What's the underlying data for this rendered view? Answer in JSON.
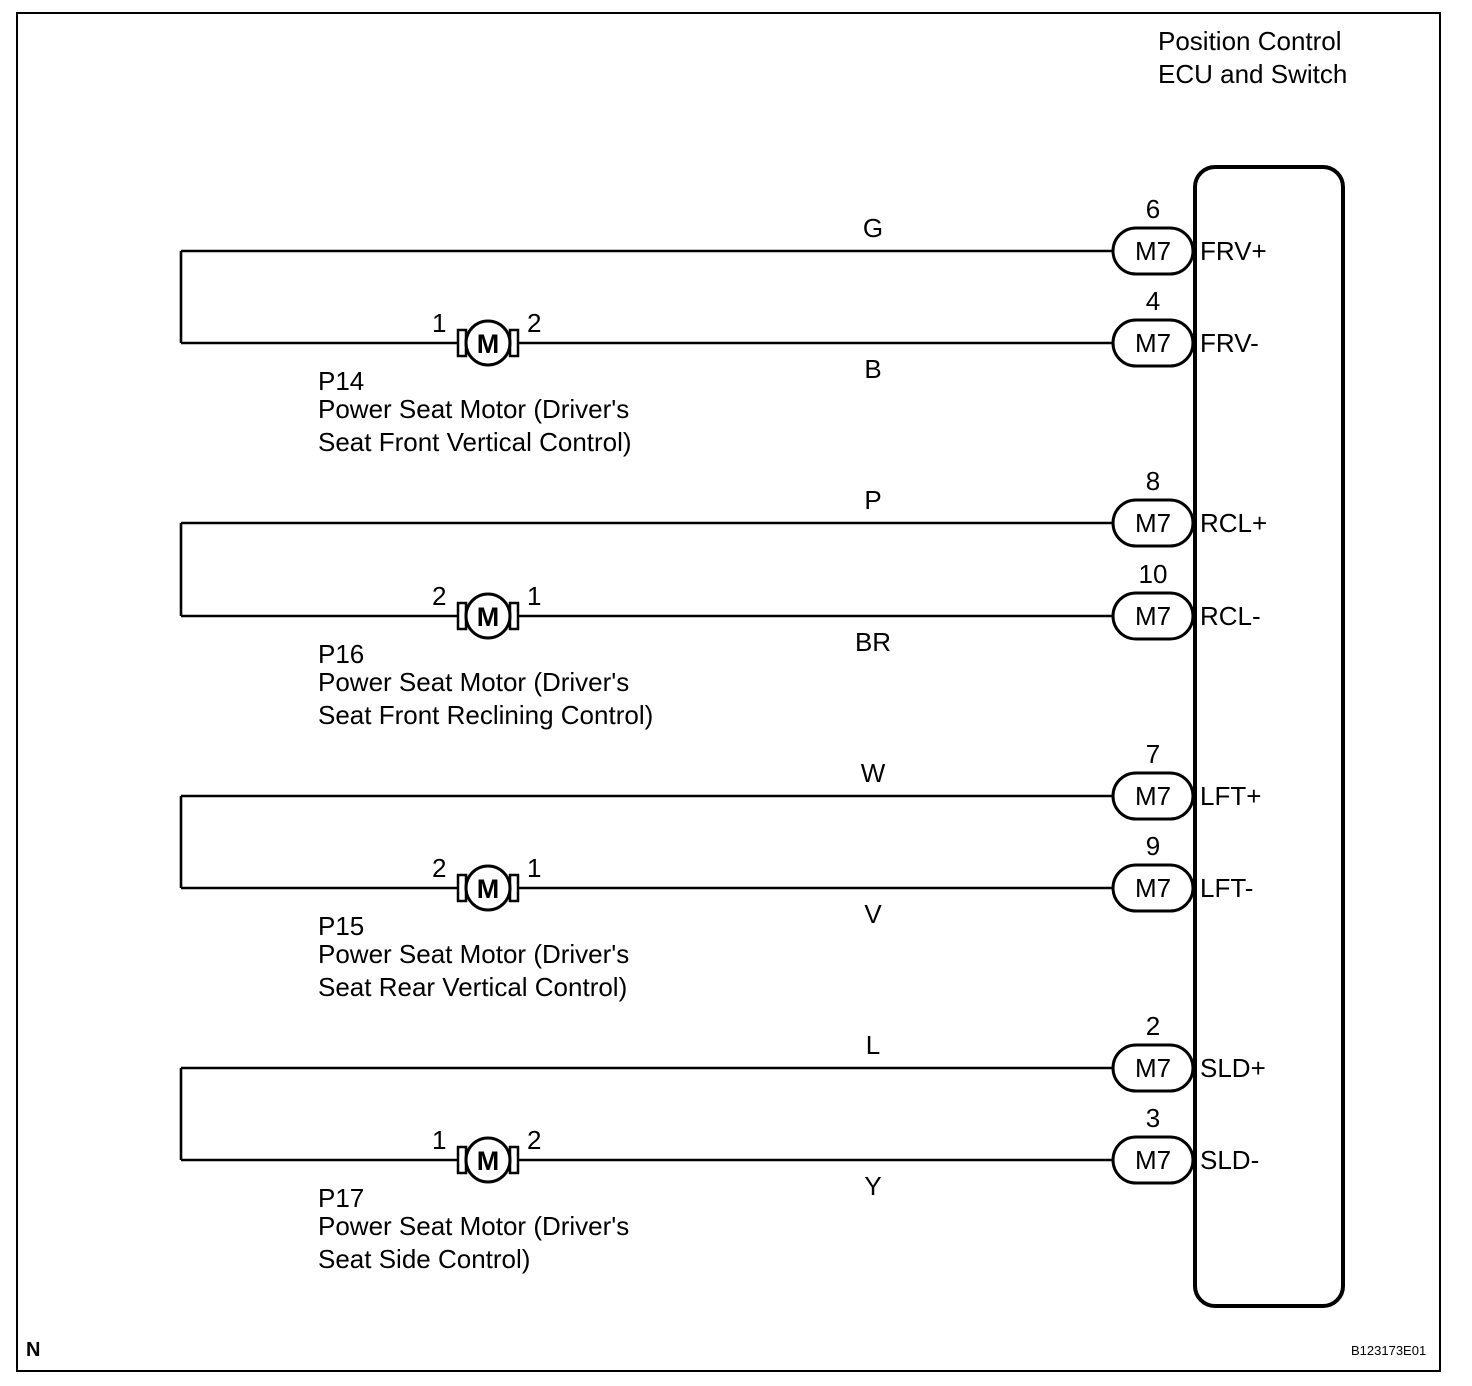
{
  "ecu": {
    "title_line1": "Position Control",
    "title_line2": "ECU and Switch"
  },
  "circuits": [
    {
      "part_id": "P14",
      "desc_line1": "Power Seat Motor (Driver's",
      "desc_line2": "Seat Front Vertical Control)",
      "motor_symbol": "M",
      "motor_pin_left": "1",
      "motor_pin_right": "2",
      "upper": {
        "wire_color": "G",
        "pin": "6",
        "connector": "M7",
        "terminal": "FRV+"
      },
      "lower": {
        "wire_color": "B",
        "pin": "4",
        "connector": "M7",
        "terminal": "FRV-"
      }
    },
    {
      "part_id": "P16",
      "desc_line1": "Power Seat Motor (Driver's",
      "desc_line2": "Seat Front Reclining Control)",
      "motor_symbol": "M",
      "motor_pin_left": "2",
      "motor_pin_right": "1",
      "upper": {
        "wire_color": "P",
        "pin": "8",
        "connector": "M7",
        "terminal": "RCL+"
      },
      "lower": {
        "wire_color": "BR",
        "pin": "10",
        "connector": "M7",
        "terminal": "RCL-"
      }
    },
    {
      "part_id": "P15",
      "desc_line1": "Power Seat Motor (Driver's",
      "desc_line2": "Seat Rear Vertical Control)",
      "motor_symbol": "M",
      "motor_pin_left": "2",
      "motor_pin_right": "1",
      "upper": {
        "wire_color": "W",
        "pin": "7",
        "connector": "M7",
        "terminal": "LFT+"
      },
      "lower": {
        "wire_color": "V",
        "pin": "9",
        "connector": "M7",
        "terminal": "LFT-"
      }
    },
    {
      "part_id": "P17",
      "desc_line1": "Power Seat Motor (Driver's",
      "desc_line2": "Seat Side Control)",
      "motor_symbol": "M",
      "motor_pin_left": "1",
      "motor_pin_right": "2",
      "upper": {
        "wire_color": "L",
        "pin": "2",
        "connector": "M7",
        "terminal": "SLD+"
      },
      "lower": {
        "wire_color": "Y",
        "pin": "3",
        "connector": "M7",
        "terminal": "SLD-"
      }
    }
  ],
  "footer": {
    "corner_letter": "N",
    "figure_code": "B123173E01"
  }
}
